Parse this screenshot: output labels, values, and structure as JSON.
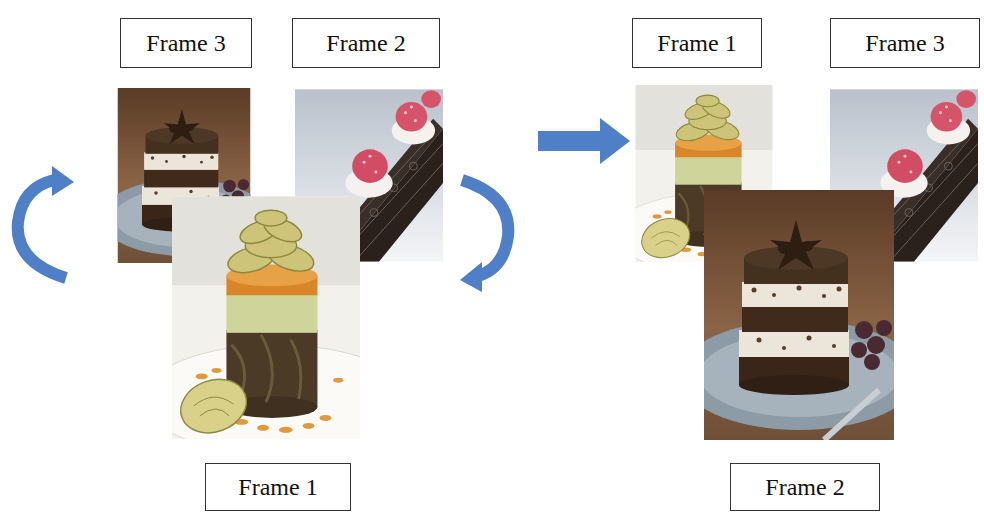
{
  "diagram": {
    "nodes": [
      {
        "text": [
          "Frame 3"
        ]
      },
      {
        "text": [
          "Frame 2"
        ]
      },
      {
        "text": [
          "Frame 1"
        ]
      },
      {
        "text": [
          "Frame 1"
        ]
      },
      {
        "text": [
          "Frame 3"
        ]
      },
      {
        "text": [
          "Frame 2"
        ]
      }
    ]
  }
}
